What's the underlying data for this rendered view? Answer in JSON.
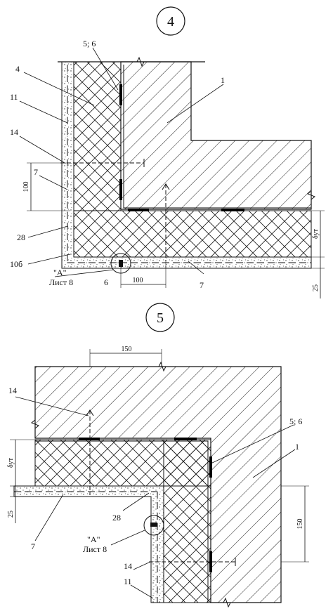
{
  "detail_4": {
    "number": "4",
    "labels": {
      "l56": "5; 6",
      "l4": "4",
      "l1": "1",
      "l11": "11",
      "l14": "14",
      "l7a": "7",
      "l28": "28",
      "l10b": "10б",
      "la": "\"А\"",
      "lsheet": "Лист 8",
      "l6": "6",
      "l7b": "7"
    },
    "dims": {
      "d100v": "100",
      "d100h": "100",
      "dut": "δут",
      "d25": "25"
    }
  },
  "detail_5": {
    "number": "5",
    "labels": {
      "l14a": "14",
      "l56": "5; 6",
      "l1": "1",
      "l7": "7",
      "l28": "28",
      "la": "\"А\"",
      "lsheet": "Лист 8",
      "l14b": "14",
      "l11": "11"
    },
    "dims": {
      "d150top": "150",
      "dut": "δут",
      "d25": "25",
      "d150right": "150"
    }
  }
}
